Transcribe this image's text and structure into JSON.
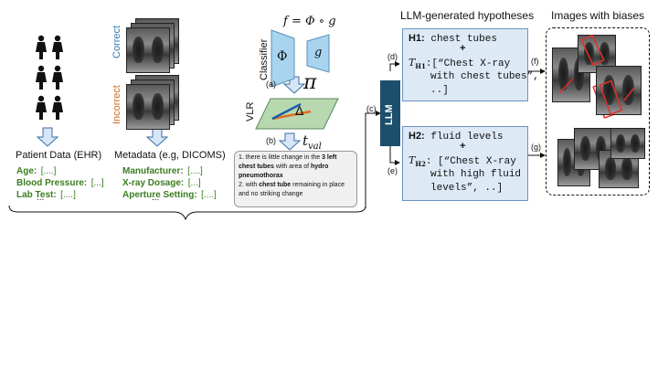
{
  "patient": {
    "caption": "Patient Data (EHR)",
    "fields": [
      {
        "key": "Age:",
        "value": "[....]"
      },
      {
        "key": "Blood Pressure:",
        "value": "[...]"
      },
      {
        "key": "Lab Test:",
        "value": "[....]"
      }
    ],
    "ellipsis": "..."
  },
  "metadata": {
    "correct_label": "Correct",
    "incorrect_label": "Incorrect",
    "caption": "Metadata (e.g, DICOMS)",
    "fields": [
      {
        "key": "Manufacturer:",
        "value": "[....]"
      },
      {
        "key": "X-ray Dosage:",
        "value": "[...]"
      },
      {
        "key": "Aperture Setting:",
        "value": "[....]"
      }
    ],
    "ellipsis": "..."
  },
  "classifier": {
    "formula": "f = Φ ∘ g",
    "label": "Classifier",
    "phi": "Φ",
    "g": "g",
    "step_a": "(a)",
    "pi": "π",
    "vlr_label": "VLR",
    "delta": "Δ",
    "step_b": "(b)",
    "t_val": "t",
    "t_val_sub": "val"
  },
  "report": {
    "line1_pre": "1. there is little change in the ",
    "line1_bold": "3 left chest tubes",
    "line1_mid": " with area of ",
    "line1_bold2": "hydro pneumothorax",
    "line2_pre": "2. with ",
    "line2_bold": "chest tube",
    "line2_post": " remaining in place and no striking change"
  },
  "llm": {
    "label": "LLM",
    "step_c": "(c)",
    "step_d": "(d)",
    "step_e": "(e)",
    "step_f": "(f)",
    "step_g": "(g)"
  },
  "hypotheses": {
    "header": "LLM-generated hypotheses",
    "h1": {
      "id": "H1:",
      "title": "chest tubes",
      "plus": "+",
      "set_symbol": "T",
      "set_sub": "H1",
      "line1": ":[“Chest X-ray",
      "line2": "with chest tubes”,",
      "line3": "..]"
    },
    "h2": {
      "id": "H2:",
      "title": "fluid levels",
      "plus": "+",
      "set_symbol": "T",
      "set_sub": "H2",
      "line1": ": [“Chest X-ray",
      "line2": "with high fluid",
      "line3": "levels”, ..]"
    }
  },
  "images": {
    "header": "Images with biases"
  },
  "colors": {
    "correct": "#2f7fb0",
    "incorrect": "#d2691e",
    "llm_box": "#1b4f6b",
    "hyp_fill": "#dde9f5",
    "hyp_border": "#6a93c4",
    "field_key": "#3a7d1e",
    "arrow_fill": "#d6e6f5",
    "bias_box": "#e0302a"
  }
}
